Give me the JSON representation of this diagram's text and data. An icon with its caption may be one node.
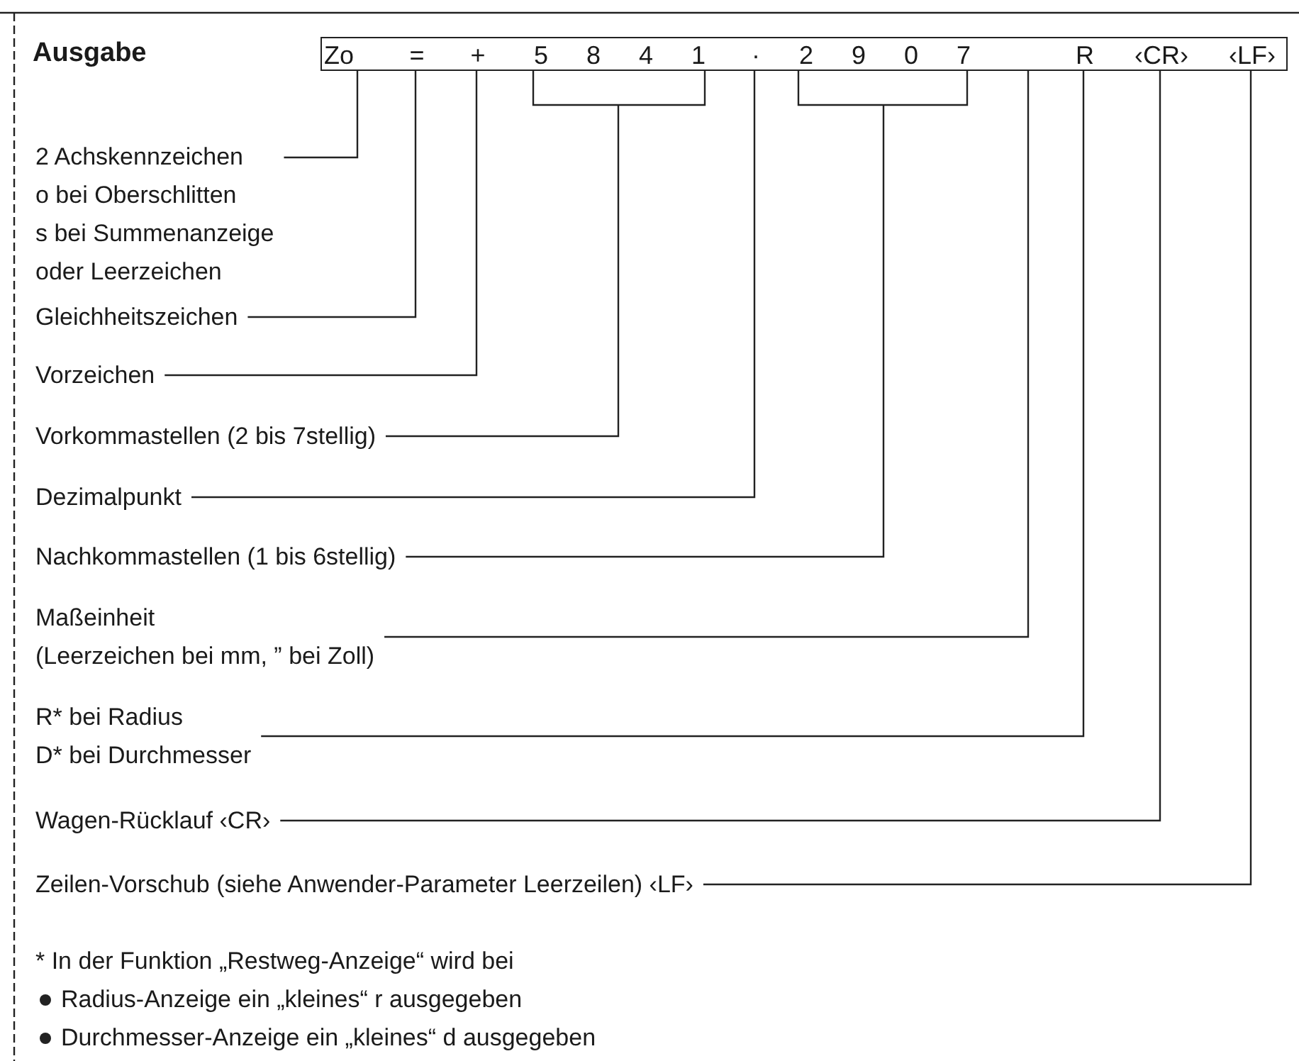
{
  "diagram": {
    "title": "Ausgabe",
    "nodes": [
      {
        "text": [],
        "shape": "box"
      },
      {
        "text": [
          "Zo"
        ],
        "in": 0
      },
      {
        "text": [
          "="
        ],
        "in": 0
      },
      {
        "text": [
          "+"
        ],
        "in": 0
      },
      {
        "text": [
          "5 8 4 1"
        ],
        "in": 0
      },
      {
        "text": [
          "·"
        ],
        "in": 0
      },
      {
        "text": [
          "2 9 0 7"
        ],
        "in": 0
      },
      {
        "text": [
          "R"
        ],
        "in": 0
      },
      {
        "text": [
          "‹CR›"
        ],
        "in": 0
      },
      {
        "text": [
          "‹LF›"
        ],
        "in": 0
      },
      {
        "text": [
          "2 Achskennzeichen",
          "o bei Oberschlitten",
          "s bei Summenanzeige",
          "oder Leerzeichen"
        ]
      },
      {
        "text": [
          "Gleichheitszeichen"
        ]
      },
      {
        "text": [
          "Vorzeichen"
        ]
      },
      {
        "text": [
          "Vorkommastellen (2 bis 7stellig)"
        ]
      },
      {
        "text": [
          "Dezimalpunkt"
        ]
      },
      {
        "text": [
          "Nachkommastellen (1 bis 6stellig)"
        ]
      },
      {
        "text": [
          "Maßeinheit",
          "(Leerzeichen bei mm, ” bei Zoll)"
        ]
      },
      {
        "text": [
          "R* bei Radius",
          "D* bei Durchmesser"
        ]
      },
      {
        "text": [
          "Wagen-Rücklauf ‹CR›"
        ]
      },
      {
        "text": [
          "Zeilen-Vorschub (siehe Anwender-Parameter Leerzeilen) ‹LF›"
        ]
      }
    ],
    "edges": [
      {
        "from": 10,
        "to": 1,
        "arrow": "none"
      },
      {
        "from": 11,
        "to": 2,
        "arrow": "none"
      },
      {
        "from": 12,
        "to": 3,
        "arrow": "none"
      },
      {
        "from": 13,
        "to": 4,
        "arrow": "none"
      },
      {
        "from": 14,
        "to": 5,
        "arrow": "none"
      },
      {
        "from": 15,
        "to": 6,
        "arrow": "none"
      },
      {
        "from": 16,
        "to": 0,
        "arrow": "none"
      },
      {
        "from": 17,
        "to": 7,
        "arrow": "none"
      },
      {
        "from": 18,
        "to": 8,
        "arrow": "none"
      },
      {
        "from": 19,
        "to": 9,
        "arrow": "none"
      }
    ],
    "labels": [
      "* In der Funktion „Restweg-Anzeige“ wird bei",
      "Radius-Anzeige ein „kleines“ r ausgegeben",
      "Durchmesser-Anzeige ein „kleines“ d ausgegeben"
    ]
  }
}
